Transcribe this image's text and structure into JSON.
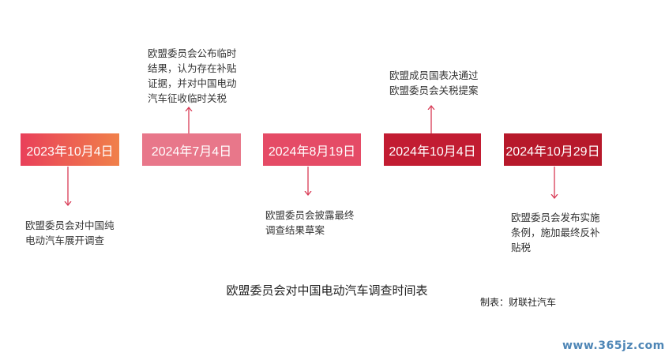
{
  "timeline": {
    "events": [
      {
        "date": "2023年10月4日",
        "note": "欧盟委员会对中国纯\n电动汽车展开调查"
      },
      {
        "date": "2024年7月4日",
        "note": "欧盟委员会公布临时\n结果，认为存在补贴\n证据，并对中国电动\n汽车征收临时关税"
      },
      {
        "date": "2024年8月19日",
        "note": "欧盟委员会披露最终\n调查结果草案"
      },
      {
        "date": "2024年10月4日",
        "note": "欧盟成员国表决通过\n欧盟委员会关税提案"
      },
      {
        "date": "2024年10月29日",
        "note": "欧盟委员会发布实施\n条例，施加最终反补\n贴税"
      }
    ]
  },
  "title": "欧盟委员会对中国电动汽车调查时间表",
  "credit": "制表：财联社汽车",
  "watermark": "www.365jz.com",
  "colors": {
    "arrow": "#d83a55"
  }
}
